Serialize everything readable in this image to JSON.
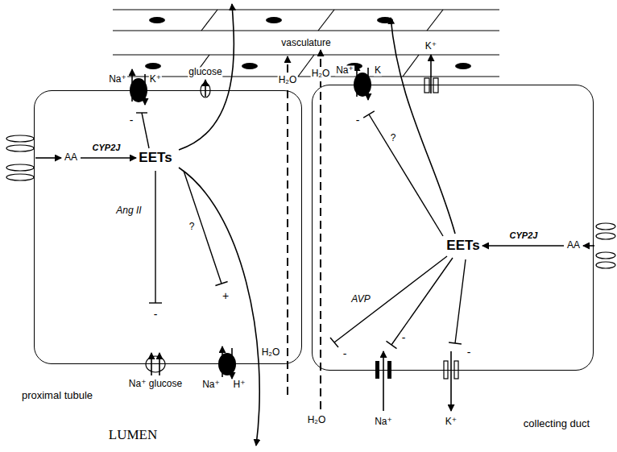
{
  "diagram": {
    "nodes": [
      {
        "text": [
          "vasculature"
        ]
      },
      {
        "text": [
          "proximal tubule"
        ]
      },
      {
        "text": [
          "collecting duct"
        ]
      }
    ],
    "labels": [
      "Na⁺",
      "K⁺",
      "glucose",
      "H₂O",
      "AA",
      "CYP2J",
      "EETs",
      "-",
      "Ang II",
      "?",
      "-",
      "+",
      "Na⁺ glucose",
      "Na⁺",
      "H⁺",
      "H₂O",
      "LUMEN",
      "H₂O",
      "Na⁺",
      "K",
      "K⁺",
      "-",
      "?",
      "EETs",
      "CYP2J",
      "AA",
      "AVP",
      "-",
      "-",
      "-",
      "H₂O",
      "Na⁺",
      "K⁺"
    ]
  }
}
